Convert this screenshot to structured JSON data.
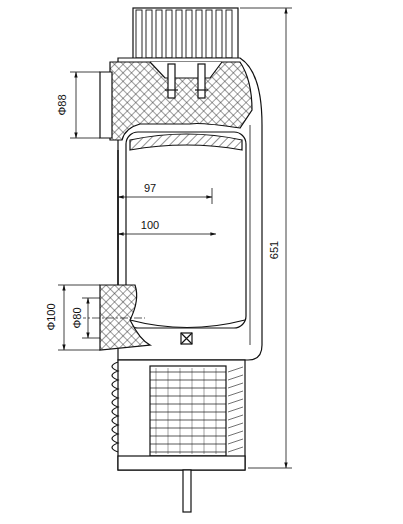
{
  "diagram": {
    "labels": [
      "Φ88",
      "97",
      "100",
      "Φ100",
      "Φ80",
      "651"
    ]
  }
}
